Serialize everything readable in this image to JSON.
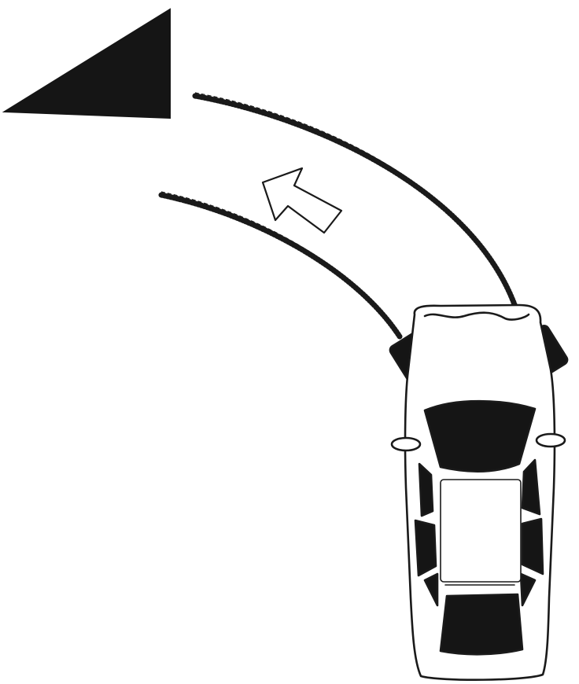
{
  "scene": {
    "background": "#ffffff",
    "ink": "#1a1a1a",
    "fill_dark": "#151515",
    "elements": {
      "target_marker": "black-triangle",
      "direction": "curved-arrow-up-left",
      "tracks": [
        "left-tire-track",
        "right-tire-track"
      ],
      "vehicle": "car-top-view"
    }
  }
}
